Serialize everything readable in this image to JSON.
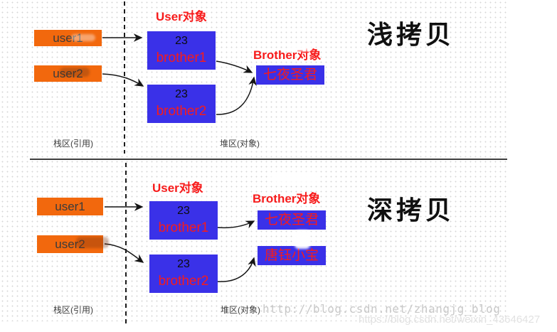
{
  "colors": {
    "orange": "#f2680d",
    "blue": "#3a31e8",
    "red": "#f71b1b",
    "zone": "#3f3f3f",
    "wm1": "#c9c9c9",
    "wm2": "#e2e2e2"
  },
  "sections": {
    "shallow": {
      "title": "浅拷贝",
      "user_object_label": "User对象",
      "brother_object_label": "Brother对象",
      "stack_label": "栈区(引用)",
      "heap_label": "堆区(对象)",
      "refs": [
        {
          "label": "user1"
        },
        {
          "label": "user2"
        }
      ],
      "user_boxes": [
        {
          "age": "23",
          "field": "brother1"
        },
        {
          "age": "23",
          "field": "brother2"
        }
      ],
      "brother_boxes": [
        {
          "name": "七夜圣君"
        }
      ]
    },
    "deep": {
      "title": "深拷贝",
      "user_object_label": "User对象",
      "brother_object_label": "Brother对象",
      "stack_label": "栈区(引用)",
      "heap_label": "堆区(对象)",
      "refs": [
        {
          "label": "user1"
        },
        {
          "label": "user2"
        }
      ],
      "user_boxes": [
        {
          "age": "23",
          "field": "brother1"
        },
        {
          "age": "23",
          "field": "brother2"
        }
      ],
      "brother_boxes": [
        {
          "name": "七夜圣君"
        },
        {
          "name": "唐钰小宝"
        }
      ]
    }
  },
  "watermarks": {
    "line1": "http://blog.csdn.net/zhangjg_blog",
    "line2": "https://blog.csdn.net/weixin_43646427"
  }
}
